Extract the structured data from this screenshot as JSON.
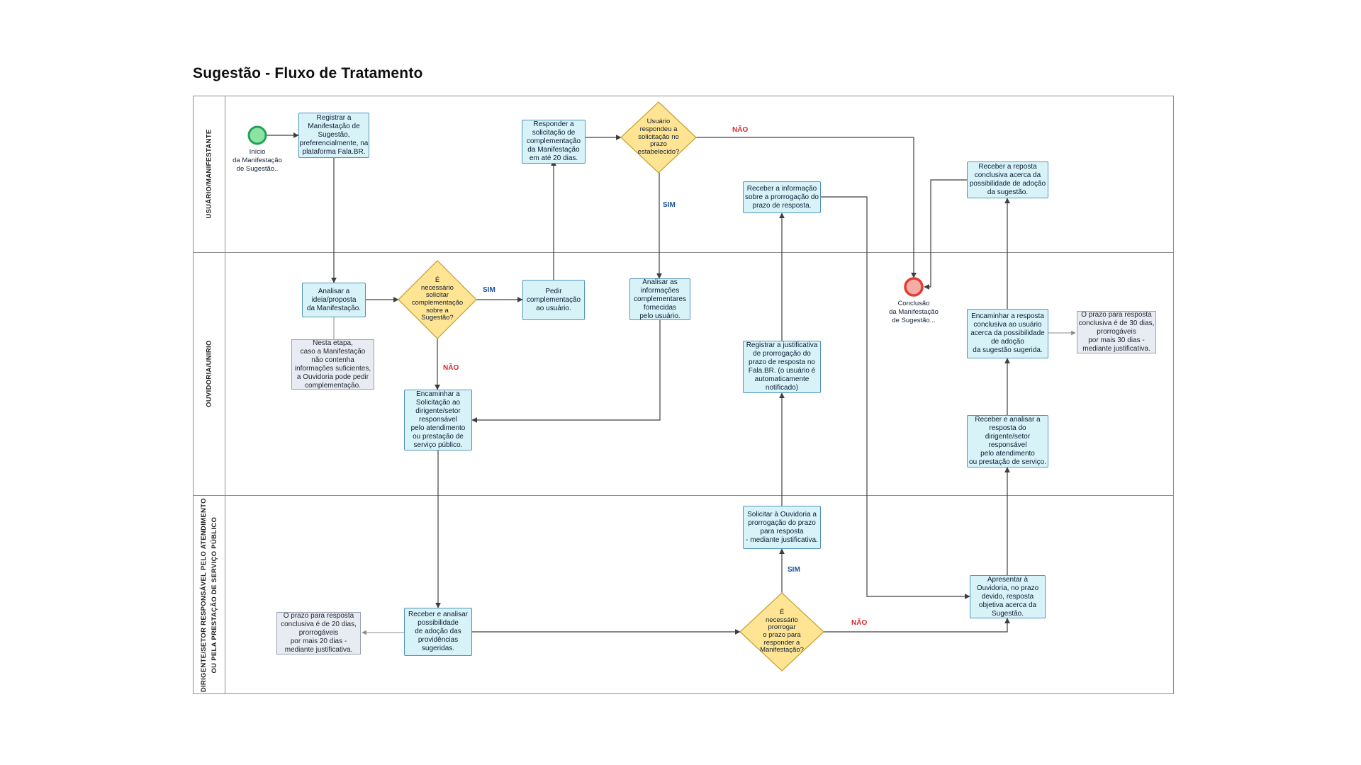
{
  "title": "Sugestão - Fluxo de Tratamento",
  "lanes": {
    "user": "USUÁRIO/MANIFESTANTE",
    "ombudsman": "OUVIDORIA/UNIRIO",
    "manager": "DIRIGENTE/SETOR RESPONSÁVEL PELO ATENDIMENTO\nOU PELA PRESTAÇÃO DE SERVIÇO PÚBLICO"
  },
  "events": {
    "start": "Início\nda Manifestação\nde Sugestão..",
    "end": "Conclusão\nda Manifestação\nde Sugestão..."
  },
  "tasks": {
    "registrar": "Registrar a\nManifestação de\nSugestão,\npreferencialmente, na\nplataforma Fala.BR.",
    "responder": "Responder a\nsolicitação de\ncomplementação\nda Manifestação\nem até 20 dias.",
    "receber_info": "Receber a informação\nsobre a prorrogação do\nprazo de resposta.",
    "receber_resposta": "Receber a reposta\nconclusiva acerca da\npossibilidade de adoção\nda sugestão.",
    "analisar_ideia": "Analisar a\nideia/proposta\nda Manifestação.",
    "pedir": "Pedir\ncomplementação\nao usuário.",
    "analisar_info": "Analisar as\ninformações\ncomplementares\nfornecidas\npelo usuário.",
    "encaminhar_solicitacao": "Encaminhar a\nSolicitação ao\ndirigente/setor\nresponsável\npelo atendimento\nou prestação de\nserviço público.",
    "registrar_justificativa": "Registrar a justificativa\nde prorrogação do\nprazo de resposta no\nFala.BR. (o usuário é\nautomaticamente\nnotificado)",
    "encaminhar_resposta": "Encaminhar a resposta\nconclusiva ao usuário\nacerca da possibilidade\nde adoção\nda sugestão sugerida.",
    "receber_analisar_resposta": "Receber e analisar a\nresposta do\ndirigente/setor\nresponsável\npelo atendimento\nou prestação de serviço.",
    "solicitar_prorrogacao": "Solicitar à Ouvidoria a\nprorrogação do prazo\npara resposta\n- mediante justificativa.",
    "apresentar": "Apresentar à\nOuvidoria, no prazo\ndevido, resposta\nobjetiva acerca da\nSugestão.",
    "receber_possibilidade": "Receber e analisar\npossibilidade\nde adoção das\nprovidências\nsugeridas."
  },
  "decisions": {
    "usuario_respondeu": "Usuário\nrespondeu a\nsolicitação no\nprazo\nestabelecido?",
    "necessita_complementacao": "É\nnecessário\nsolicitar\ncomplementação\nsobre a\nSugestão?",
    "necessita_prorrogacao": "É\nnecessário\nprorrogar\no prazo para\nresponder a\nManifestação?"
  },
  "notes": {
    "etapa": "Nesta etapa,\ncaso a Manifestação\nnão contenha\ninformações suficientes,\na Ouvidoria pode pedir\ncomplementação.",
    "prazo_30": "O prazo para resposta\nconclusiva é de 30 dias,\nprorrogáveis\npor mais 30 dias -\nmediante justificativa.",
    "prazo_20": "O prazo para resposta\nconclusiva é de 20 dias,\nprorrogáveis\npor mais 20 dias -\nmediante justificativa."
  },
  "labels": {
    "sim": "SIM",
    "nao": "NÃO"
  },
  "colors": {
    "task_fill": "#d8f3f8",
    "task_border": "#4f94bd",
    "decision_fill": "#ffe593",
    "decision_border": "#c8a233",
    "note_fill": "#e9ebf3",
    "note_border": "#9aa0ae",
    "start_event": "#21a357",
    "end_event": "#e23d32",
    "sim_label": "#1c4f9c",
    "nao_label": "#d42a2a"
  }
}
